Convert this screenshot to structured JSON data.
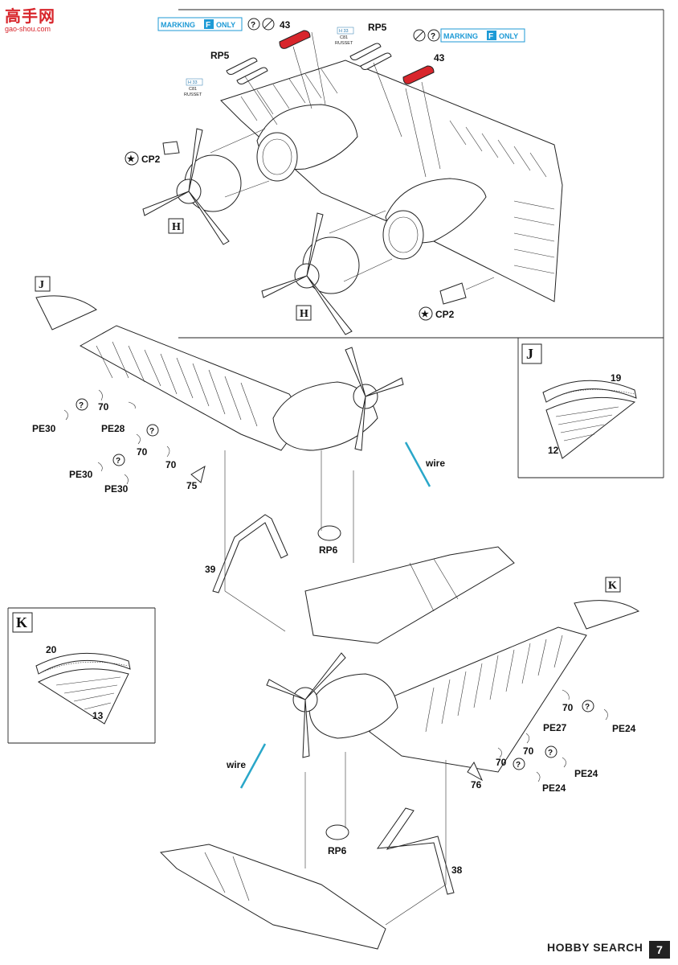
{
  "watermark": {
    "title": "高手网",
    "url": "gao-shou.com"
  },
  "marking_badge": {
    "left": "MARKING",
    "letter": "F",
    "right": "ONLY"
  },
  "paint_code": {
    "line1": "H 33",
    "line2": "C81",
    "line3": "RUSSET"
  },
  "section_letters": {
    "h": "H",
    "j": "J",
    "k": "K"
  },
  "part_labels": {
    "p43": "43",
    "rp5": "RP5",
    "cp2": "CP2",
    "p19": "19",
    "p12": "12",
    "p20": "20",
    "p13": "13",
    "p70": "70",
    "pe30": "PE30",
    "pe28": "PE28",
    "p75": "75",
    "wire": "wire",
    "rp6": "RP6",
    "p39": "39",
    "p38": "38",
    "p76": "76",
    "pe27": "PE27",
    "pe24": "PE24"
  },
  "optional_symbol": "?",
  "footer": {
    "brand": "HOBBY SEARCH",
    "page_number": "7"
  },
  "colors": {
    "accent_red": "#d8262c",
    "marking_blue": "#1d9ad6",
    "wire_blue": "#2aa7c9"
  }
}
